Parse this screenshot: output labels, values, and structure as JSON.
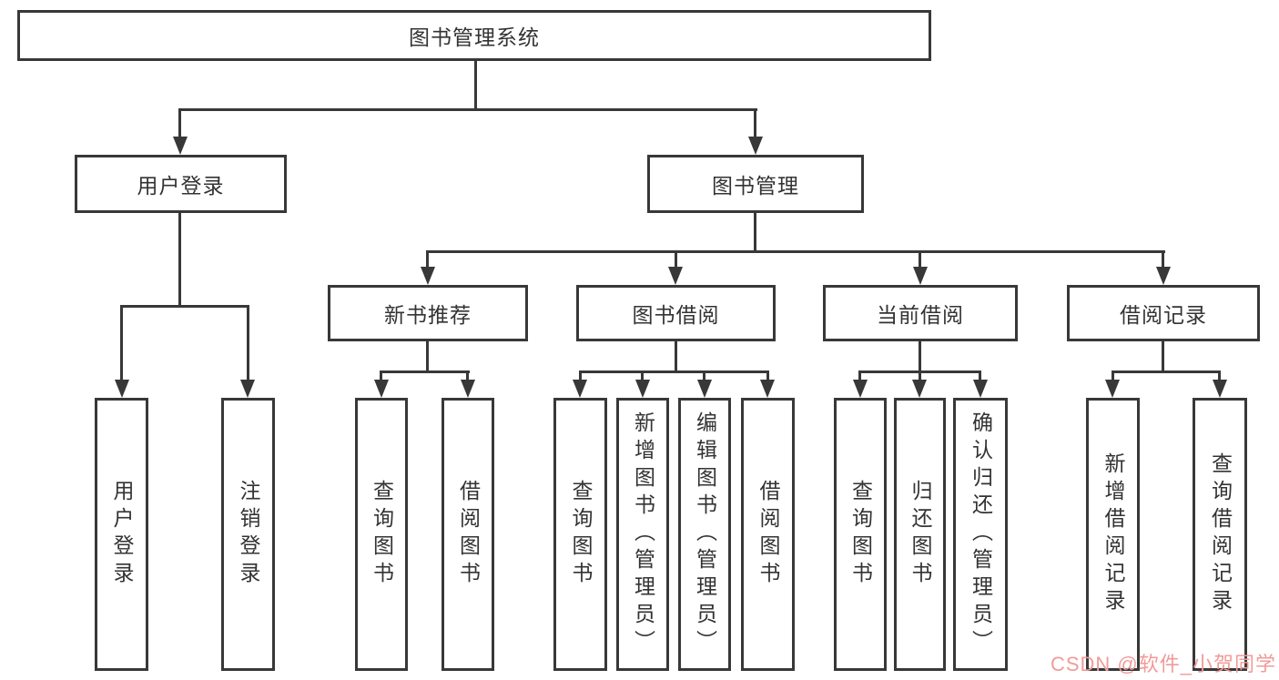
{
  "diagram": {
    "root": {
      "label": "图书管理系统"
    },
    "level2": [
      {
        "label": "用户登录"
      },
      {
        "label": "图书管理"
      }
    ],
    "level3": [
      {
        "label": "新书推荐"
      },
      {
        "label": "图书借阅"
      },
      {
        "label": "当前借阅"
      },
      {
        "label": "借阅记录"
      }
    ],
    "leaves": {
      "login": [
        {
          "label": "用户登录"
        },
        {
          "label": "注销登录"
        }
      ],
      "new_books": [
        {
          "label": "查询图书"
        },
        {
          "label": "借阅图书"
        }
      ],
      "borrow": [
        {
          "label": "查询图书"
        },
        {
          "label": "新增图书（管理员）"
        },
        {
          "label": "编辑图书（管理员）"
        },
        {
          "label": "借阅图书"
        }
      ],
      "current": [
        {
          "label": "查询图书"
        },
        {
          "label": "归还图书"
        },
        {
          "label": "确认归还（管理员）"
        }
      ],
      "records": [
        {
          "label": "新增借阅记录"
        },
        {
          "label": "查询借阅记录"
        }
      ]
    }
  },
  "watermark": {
    "text": "CSDN @软件_小贺同学",
    "color": "#f09b99"
  },
  "colors": {
    "line": "#383838",
    "text": "#333333",
    "background": "#ffffff"
  }
}
